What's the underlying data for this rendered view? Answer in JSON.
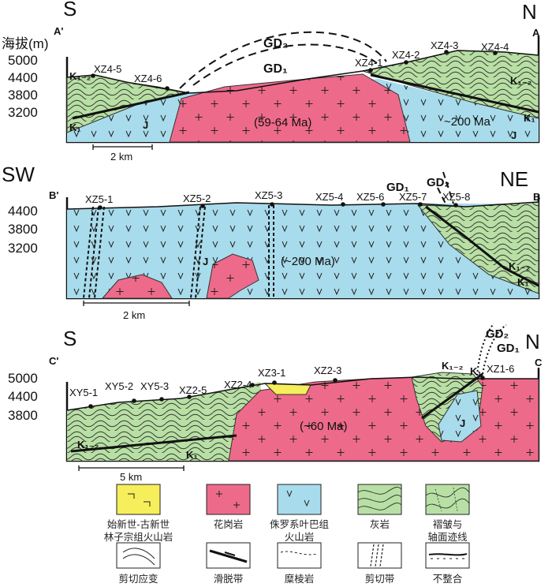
{
  "section_a": {
    "left_dir": "S",
    "right_dir": "N",
    "left_label": "A'",
    "right_label": "A",
    "axis_title": "海拔(m)",
    "elevations": [
      "5000",
      "4400",
      "3800",
      "3200"
    ],
    "samples": [
      "XZ4-5",
      "XZ4-6",
      "XZ4-1",
      "XZ4-2",
      "XZ4-3",
      "XZ4-4"
    ],
    "fault_upper": "GD₂",
    "fault_lower": "GD₁",
    "granite_age": "(59-64 Ma)",
    "volcanic_age": "~200 Ma",
    "unit_j_left": "J",
    "unit_j_right": "J",
    "unit_k12_left": "K₁₋₂",
    "unit_k12_right": "K₁₋₂",
    "unit_k1_left": "K₁",
    "unit_k1_right": "K₁",
    "scale": "2 km"
  },
  "section_b": {
    "left_dir": "SW",
    "right_dir": "NE",
    "left_label": "B'",
    "right_label": "B",
    "elevations": [
      "4400",
      "3800",
      "3200"
    ],
    "samples": [
      "XZ5-1",
      "XZ5-2",
      "XZ5-3",
      "XZ5-4",
      "XZ5-6",
      "XZ5-7",
      "XZ5-8"
    ],
    "fault_upper": "GD₂",
    "fault_lower": "GD₁",
    "volcanic_age": "(~200 Ma)",
    "unit_j": "J",
    "unit_k12": "K₁₋₂",
    "unit_k1": "K₁",
    "scale": "2 km"
  },
  "section_c": {
    "left_dir": "S",
    "right_dir": "N",
    "left_label": "C'",
    "right_label": "C",
    "elevations": [
      "5000",
      "4400",
      "3800"
    ],
    "samples": [
      "XY5-1",
      "XY5-2",
      "XY5-3",
      "XZ2-5",
      "XZ2-4",
      "XZ3-1",
      "XZ2-3",
      "XZ1-6"
    ],
    "fault_upper": "GD₂",
    "fault_lower": "GD₁",
    "granite_age": "(~60 Ma)",
    "unit_k12_left": "K₁₋₂",
    "unit_k1_left": "K₁",
    "unit_k12_top": "K₁₋₂",
    "unit_k1_top": "K₁",
    "unit_j": "J",
    "scale": "5 km"
  },
  "legend": [
    {
      "key": "linzizong",
      "line1": "始新世-古新世",
      "line2": "林子宗组火山岩"
    },
    {
      "key": "granite",
      "line1": "花岗岩",
      "line2": ""
    },
    {
      "key": "jurassic",
      "line1": "侏罗系叶巴组",
      "line2": "火山岩"
    },
    {
      "key": "limestone",
      "line1": "灰岩",
      "line2": ""
    },
    {
      "key": "folds",
      "line1": "褶皱与",
      "line2": "轴面迹线"
    },
    {
      "key": "shear_strain",
      "line1": "剪切应变",
      "line2": ""
    },
    {
      "key": "detachment",
      "line1": "滑脱带",
      "line2": ""
    },
    {
      "key": "mylonite",
      "line1": "糜棱岩",
      "line2": ""
    },
    {
      "key": "shear_zone",
      "line1": "剪切带",
      "line2": ""
    },
    {
      "key": "unconformity",
      "line1": "不整合",
      "line2": ""
    }
  ],
  "colors": {
    "granite": "#ee6a8a",
    "volcanic": "#a8dcec",
    "limestone": "#b8e0a4",
    "linzizong": "#f6ee5a",
    "outline": "#111111"
  }
}
